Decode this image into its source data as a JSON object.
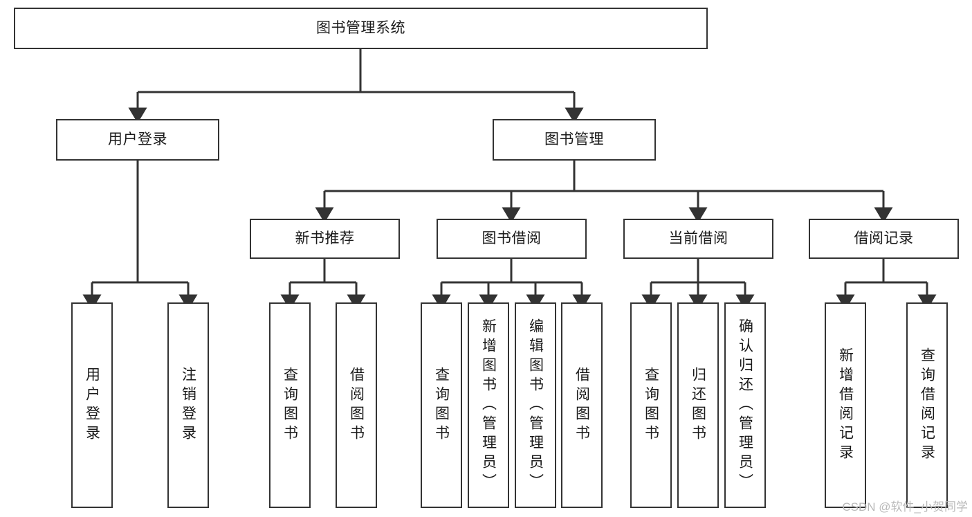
{
  "diagram": {
    "title": "图书管理系统",
    "type": "tree",
    "watermark": "CSDN @软件_小贺同学",
    "colors": {
      "box_border": "#333333",
      "box_fill": "#ffffff",
      "edge": "#333333",
      "text": "#1a1a1a",
      "watermark": "#b9b9b9"
    },
    "nodes": {
      "root": {
        "label": "图书管理系统",
        "orientation": "horizontal"
      },
      "level1": [
        {
          "id": "user-login",
          "label": "用户登录",
          "orientation": "horizontal"
        },
        {
          "id": "book-manage",
          "label": "图书管理",
          "orientation": "horizontal"
        }
      ],
      "level2": [
        {
          "id": "new-book-recommend",
          "label": "新书推荐",
          "orientation": "horizontal"
        },
        {
          "id": "book-borrow",
          "label": "图书借阅",
          "orientation": "horizontal"
        },
        {
          "id": "current-borrow",
          "label": "当前借阅",
          "orientation": "horizontal"
        },
        {
          "id": "borrow-record",
          "label": "借阅记录",
          "orientation": "horizontal"
        }
      ],
      "leaves": [
        {
          "id": "leaf-user-login",
          "label": "用户登录",
          "parent": "user-login",
          "orientation": "vertical"
        },
        {
          "id": "leaf-user-logout",
          "label": "注销登录",
          "parent": "user-login",
          "orientation": "vertical"
        },
        {
          "id": "leaf-query-book-1",
          "label": "查询图书",
          "parent": "new-book-recommend",
          "orientation": "vertical"
        },
        {
          "id": "leaf-borrow-book-1",
          "label": "借阅图书",
          "parent": "new-book-recommend",
          "orientation": "vertical"
        },
        {
          "id": "leaf-query-book-2",
          "label": "查询图书",
          "parent": "book-borrow",
          "orientation": "vertical"
        },
        {
          "id": "leaf-add-book",
          "label": "新增图书（管理员）",
          "parent": "book-borrow",
          "orientation": "vertical"
        },
        {
          "id": "leaf-edit-book",
          "label": "编辑图书（管理员）",
          "parent": "book-borrow",
          "orientation": "vertical"
        },
        {
          "id": "leaf-borrow-book-2",
          "label": "借阅图书",
          "parent": "book-borrow",
          "orientation": "vertical"
        },
        {
          "id": "leaf-query-book-3",
          "label": "查询图书",
          "parent": "current-borrow",
          "orientation": "vertical"
        },
        {
          "id": "leaf-return-book",
          "label": "归还图书",
          "parent": "current-borrow",
          "orientation": "vertical"
        },
        {
          "id": "leaf-confirm-return",
          "label": "确认归还（管理员）",
          "parent": "current-borrow",
          "orientation": "vertical"
        },
        {
          "id": "leaf-add-record",
          "label": "新增借阅记录",
          "parent": "borrow-record",
          "orientation": "vertical"
        },
        {
          "id": "leaf-query-record",
          "label": "查询借阅记录",
          "parent": "borrow-record",
          "orientation": "vertical"
        }
      ]
    }
  }
}
